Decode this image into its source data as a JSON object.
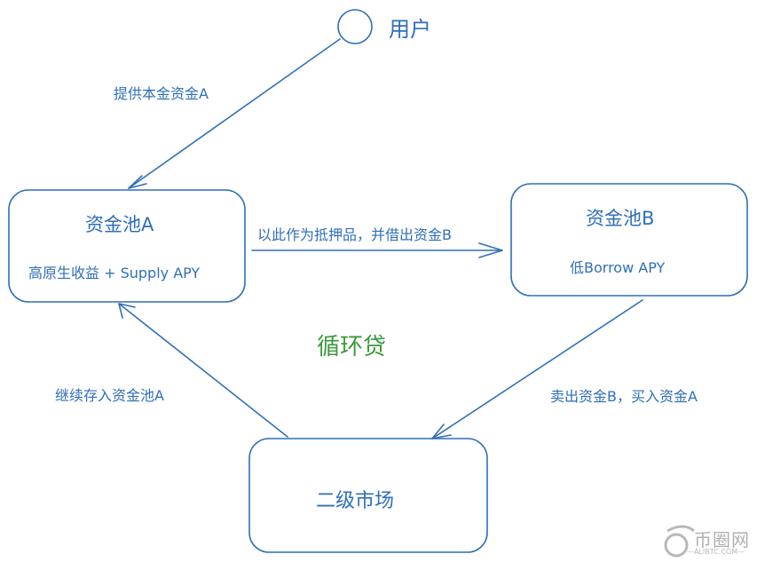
{
  "diagram": {
    "colors": {
      "stroke": "#2f6fb8",
      "center_label": "#3a9a3a",
      "watermark": "#b0b0b0"
    },
    "user": {
      "label": "用户"
    },
    "nodes": {
      "pool_a": {
        "title": "资金池A",
        "subtitle": "高原生收益 + Supply APY"
      },
      "pool_b": {
        "title": "资金池B",
        "subtitle": "低Borrow APY"
      },
      "market": {
        "title": "二级市场"
      }
    },
    "edges": {
      "user_to_a": "提供本金资金A",
      "a_to_b": "以此作为抵押品，并借出资金B",
      "b_to_market": "卖出资金B，买入资金A",
      "market_to_a": "继续存入资金池A"
    },
    "center_label": "循环贷",
    "watermark": {
      "name": "币圈网",
      "url": "—ALIBTC.COM—"
    }
  }
}
